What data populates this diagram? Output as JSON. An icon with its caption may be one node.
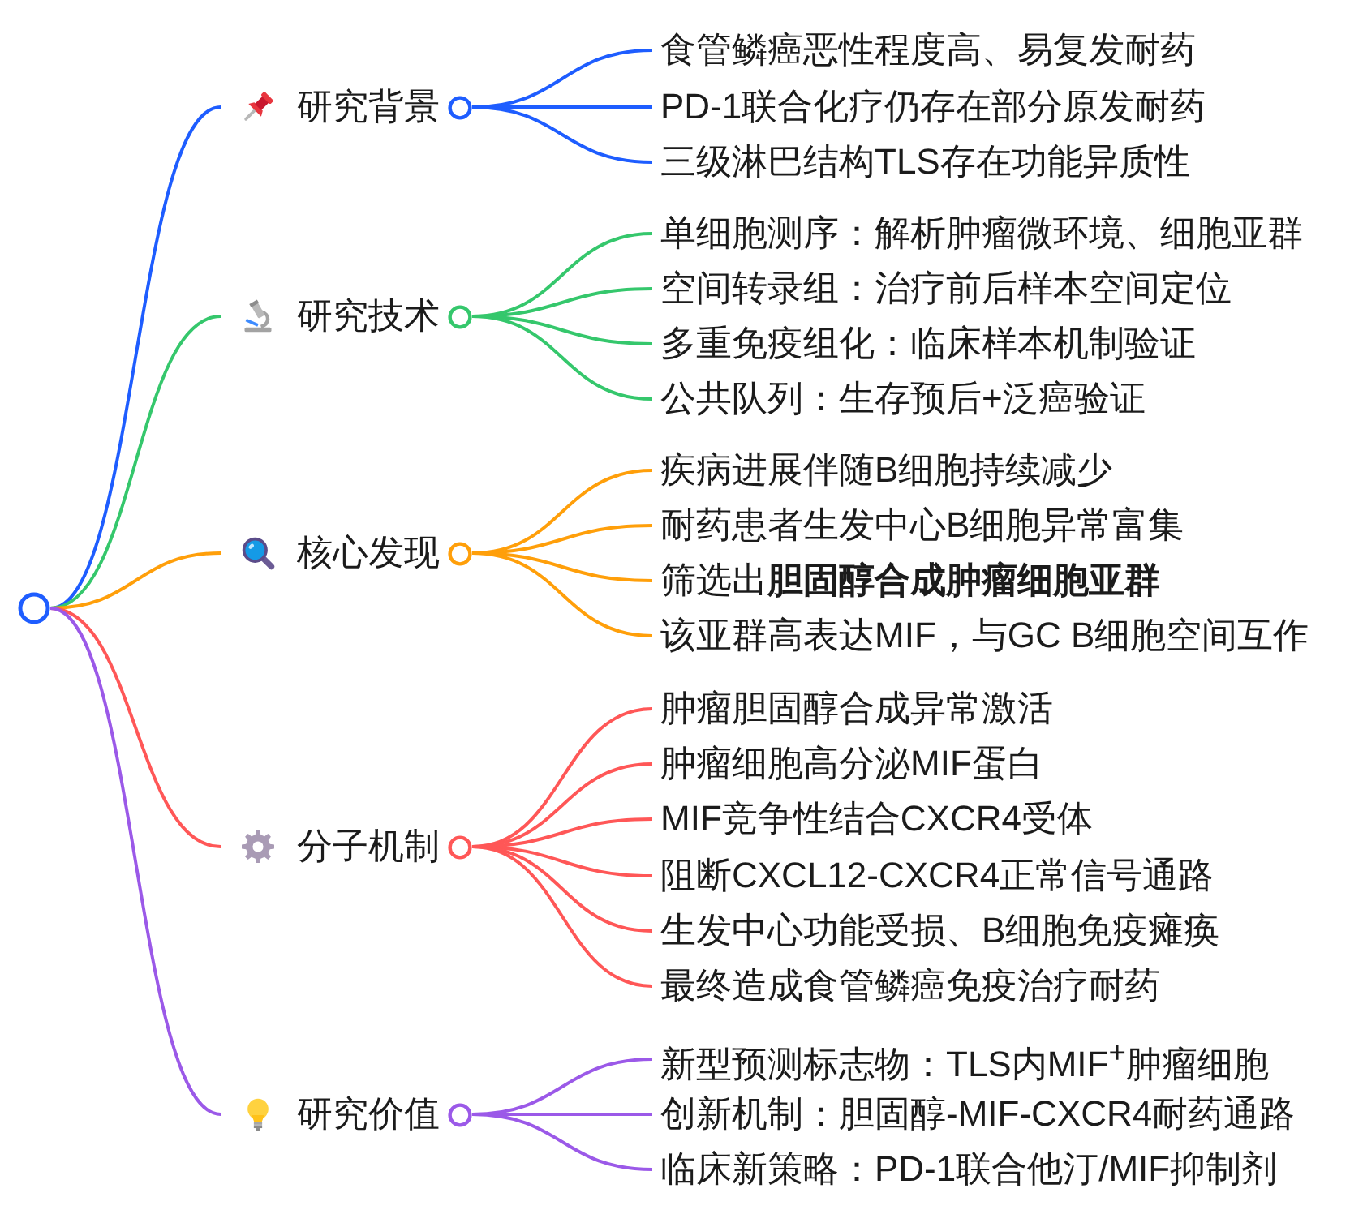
{
  "diagram": {
    "nodes": [
      {
        "text": [],
        "shape": "circle"
      },
      {
        "text": [
          "研究背景"
        ]
      },
      {
        "text": [
          "食管鳞癌恶性程度高、易复发耐药"
        ]
      },
      {
        "text": [
          "PD-1联合化疗仍存在部分原发耐药"
        ]
      },
      {
        "text": [
          "三级淋巴结构TLS存在功能异质性"
        ]
      },
      {
        "text": [
          "研究技术"
        ]
      },
      {
        "text": [
          "单细胞测序：解析肿瘤微环境、细胞亚群"
        ]
      },
      {
        "text": [
          "空间转录组：治疗前后样本空间定位"
        ]
      },
      {
        "text": [
          "多重免疫组化：临床样本机制验证"
        ]
      },
      {
        "text": [
          "公共队列：生存预后+泛癌验证"
        ]
      },
      {
        "text": [
          "核心发现"
        ]
      },
      {
        "text": [
          "疾病进展伴随B细胞持续减少"
        ]
      },
      {
        "text": [
          "耐药患者生发中心B细胞异常富集"
        ]
      },
      {
        "text": [
          "筛选出**胆固醇合成肿瘤细胞亚群**"
        ]
      },
      {
        "text": [
          "该亚群高表达MIF，与GC B细胞空间互作"
        ]
      },
      {
        "text": [
          "分子机制"
        ]
      },
      {
        "text": [
          "肿瘤胆固醇合成异常激活"
        ]
      },
      {
        "text": [
          "肿瘤细胞高分泌MIF蛋白"
        ]
      },
      {
        "text": [
          "MIF竞争性结合CXCR4受体"
        ]
      },
      {
        "text": [
          "阻断CXCL12-CXCR4正常信号通路"
        ]
      },
      {
        "text": [
          "生发中心功能受损、B细胞免疫瘫痪"
        ]
      },
      {
        "text": [
          "最终造成食管鳞癌免疫治疗耐药"
        ]
      },
      {
        "text": [
          "研究价值"
        ]
      },
      {
        "text": [
          "新型预测标志物：TLS内MIF$^{+}$肿瘤细胞"
        ]
      },
      {
        "text": [
          "创新机制：胆固醇-MIF-CXCR4耐药通路"
        ]
      },
      {
        "text": [
          "临床新策略：PD-1联合他汀/MIF抑制剂"
        ]
      }
    ],
    "edges": [
      {
        "from": 0,
        "to": 1,
        "arrow": "none",
        "color": "#1e5dff"
      },
      {
        "from": 1,
        "to": 2,
        "arrow": "none",
        "color": "#1e5dff"
      },
      {
        "from": 1,
        "to": 3,
        "arrow": "none",
        "color": "#1e5dff"
      },
      {
        "from": 1,
        "to": 4,
        "arrow": "none",
        "color": "#1e5dff"
      },
      {
        "from": 0,
        "to": 5,
        "arrow": "none",
        "color": "#35c76c"
      },
      {
        "from": 5,
        "to": 6,
        "arrow": "none",
        "color": "#35c76c"
      },
      {
        "from": 5,
        "to": 7,
        "arrow": "none",
        "color": "#35c76c"
      },
      {
        "from": 5,
        "to": 8,
        "arrow": "none",
        "color": "#35c76c"
      },
      {
        "from": 5,
        "to": 9,
        "arrow": "none",
        "color": "#35c76c"
      },
      {
        "from": 0,
        "to": 10,
        "arrow": "none",
        "color": "#ff9f0a"
      },
      {
        "from": 10,
        "to": 11,
        "arrow": "none",
        "color": "#ff9f0a"
      },
      {
        "from": 10,
        "to": 12,
        "arrow": "none",
        "color": "#ff9f0a"
      },
      {
        "from": 10,
        "to": 13,
        "arrow": "none",
        "color": "#ff9f0a"
      },
      {
        "from": 10,
        "to": 14,
        "arrow": "none",
        "color": "#ff9f0a"
      },
      {
        "from": 0,
        "to": 15,
        "arrow": "none",
        "color": "#ff5757"
      },
      {
        "from": 15,
        "to": 16,
        "arrow": "none",
        "color": "#ff5757"
      },
      {
        "from": 15,
        "to": 17,
        "arrow": "none",
        "color": "#ff5757"
      },
      {
        "from": 15,
        "to": 18,
        "arrow": "none",
        "color": "#ff5757"
      },
      {
        "from": 15,
        "to": 19,
        "arrow": "none",
        "color": "#ff5757"
      },
      {
        "from": 15,
        "to": 20,
        "arrow": "none",
        "color": "#ff5757"
      },
      {
        "from": 15,
        "to": 21,
        "arrow": "none",
        "color": "#ff5757"
      },
      {
        "from": 0,
        "to": 22,
        "arrow": "none",
        "color": "#9b59e8"
      },
      {
        "from": 22,
        "to": 23,
        "arrow": "none",
        "color": "#9b59e8"
      },
      {
        "from": 22,
        "to": 24,
        "arrow": "none",
        "color": "#9b59e8"
      },
      {
        "from": 22,
        "to": 25,
        "arrow": "none",
        "color": "#9b59e8"
      }
    ]
  }
}
